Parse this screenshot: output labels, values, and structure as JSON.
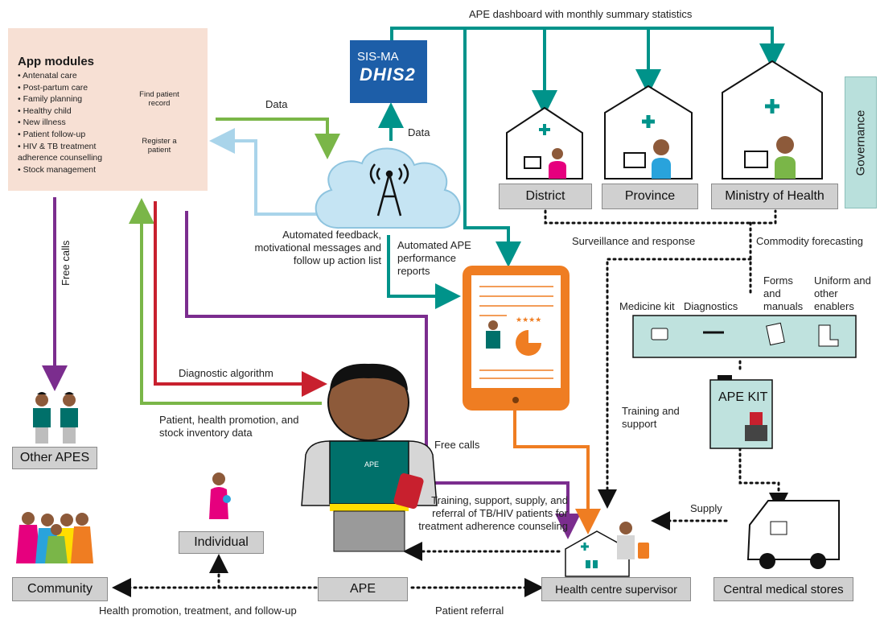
{
  "title": "APE dashboard with monthly summary statistics",
  "app_modules": {
    "heading": "App modules",
    "items": [
      "Antenatal care",
      "Post-partum care",
      "Family planning",
      "Healthy child",
      "New illness",
      "Patient follow-up",
      "HIV & TB treatment adherence counselling",
      "Stock management"
    ]
  },
  "phone": {
    "find": "Find patient record",
    "register": "Register a patient"
  },
  "sis": {
    "line1": "SIS-MA",
    "line2": "DHIS2"
  },
  "flows": {
    "data_to_cloud": "Data",
    "data_to_dhis": "Data",
    "feedback": "Automated feedback, motivational messages and follow up action list",
    "performance": "Automated APE performance reports",
    "surveillance": "Surveillance and response",
    "forecasting": "Commodity forecasting",
    "free_calls_left": "Free calls",
    "free_calls_tablet": "Free calls",
    "diagnostic": "Diagnostic algorithm",
    "patient_data": "Patient, health promotion, and stock inventory data",
    "training_support": "Training and support",
    "training_supply": "Training, support, supply, and referral of TB/HIV patients for treatment adherence counseling",
    "supply": "Supply",
    "health_promotion": "Health promotion, treatment, and follow-up",
    "patient_referral": "Patient referral"
  },
  "levels": {
    "district": "District",
    "province": "Province",
    "moh": "Ministry of Health",
    "governance": "Governance"
  },
  "kit_items": {
    "medicine": "Medicine kit",
    "diagnostics": "Diagnostics",
    "forms": "Forms and manuals",
    "uniform": "Uniform and other enablers"
  },
  "kit_label": "APE KIT",
  "actors": {
    "other_apes": "Other APES",
    "individual": "Individual",
    "community": "Community",
    "ape": "APE",
    "supervisor": "Health centre supervisor",
    "cms": "Central medical stores"
  },
  "colors": {
    "teal": "#00938a",
    "green": "#7ab648",
    "light_blue": "#a9d4ea",
    "purple": "#7b2d8e",
    "red": "#c8202e",
    "orange": "#ef7d22",
    "panel": "#f7e0d4",
    "grey": "#d0d0d0",
    "kit": "#bfe2de"
  }
}
